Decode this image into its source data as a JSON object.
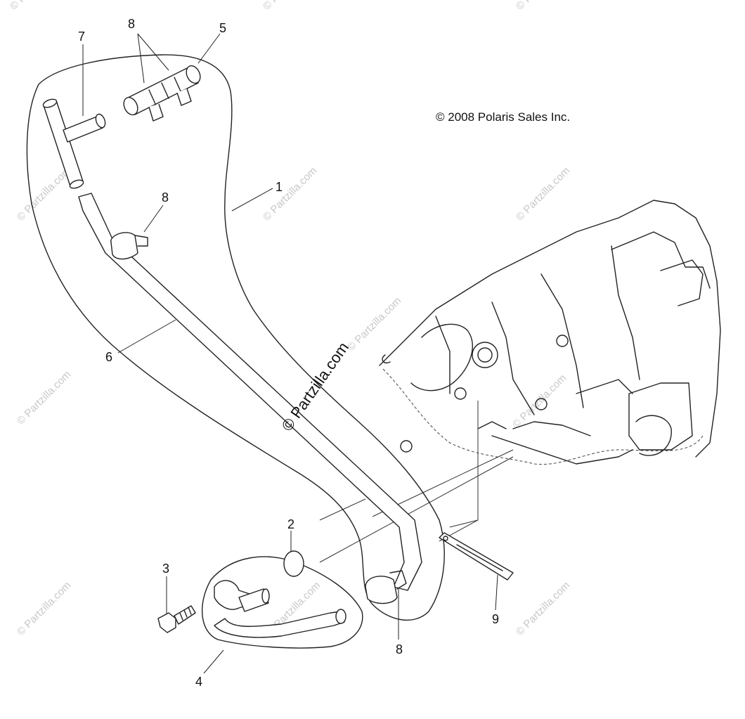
{
  "copyright": "© 2008 Polaris Sales Inc.",
  "watermark_center": "© Partzilla.com",
  "watermark_tile": "© Partzilla.com",
  "callouts": [
    {
      "id": "callout-1",
      "label": "1"
    },
    {
      "id": "callout-2",
      "label": "2"
    },
    {
      "id": "callout-3",
      "label": "3"
    },
    {
      "id": "callout-4",
      "label": "4"
    },
    {
      "id": "callout-5",
      "label": "5"
    },
    {
      "id": "callout-6",
      "label": "6"
    },
    {
      "id": "callout-7",
      "label": "7"
    },
    {
      "id": "callout-8a",
      "label": "8"
    },
    {
      "id": "callout-8b",
      "label": "8"
    },
    {
      "id": "callout-8c",
      "label": "8"
    },
    {
      "id": "callout-9",
      "label": "9"
    }
  ]
}
